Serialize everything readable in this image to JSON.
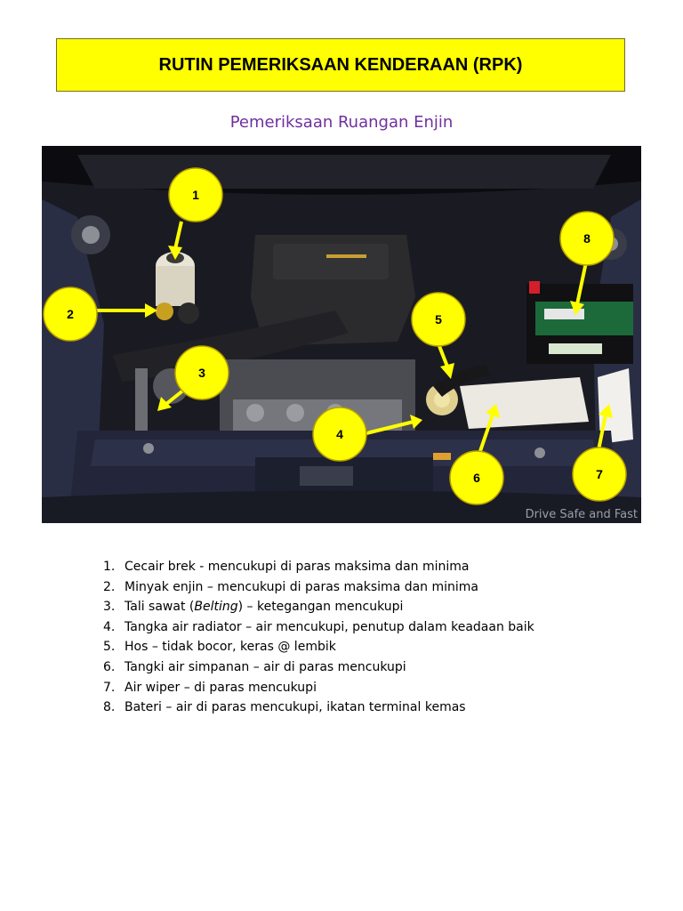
{
  "header": {
    "title": "RUTIN PEMERIKSAAN KENDERAAN (RPK)"
  },
  "subtitle": "Pemeriksaan Ruangan Enjin",
  "image": {
    "watermark": "Drive Safe and Fast",
    "markers": [
      "1",
      "2",
      "3",
      "4",
      "5",
      "6",
      "7",
      "8"
    ],
    "colors": {
      "marker_fill": "#ffff00",
      "marker_stroke": "#b8a000"
    }
  },
  "checklist": [
    {
      "num": "1.",
      "text": "Cecair brek - mencukupi di paras maksima dan minima"
    },
    {
      "num": "2.",
      "text": "Minyak enjin – mencukupi di paras maksima dan minima"
    },
    {
      "num": "3.",
      "text_before": "Tali sawat (",
      "text_italic": "Belting",
      "text_after": ") – ketegangan mencukupi"
    },
    {
      "num": "4.",
      "text": "Tangka air radiator – air mencukupi, penutup dalam keadaan baik"
    },
    {
      "num": "5.",
      "text": "Hos – tidak bocor, keras @ lembik"
    },
    {
      "num": "6.",
      "text": "Tangki air simpanan – air di paras mencukupi"
    },
    {
      "num": "7.",
      "text": "Air wiper – di paras mencukupi"
    },
    {
      "num": "8.",
      "text": "Bateri – air di paras mencukupi, ikatan terminal kemas"
    }
  ]
}
